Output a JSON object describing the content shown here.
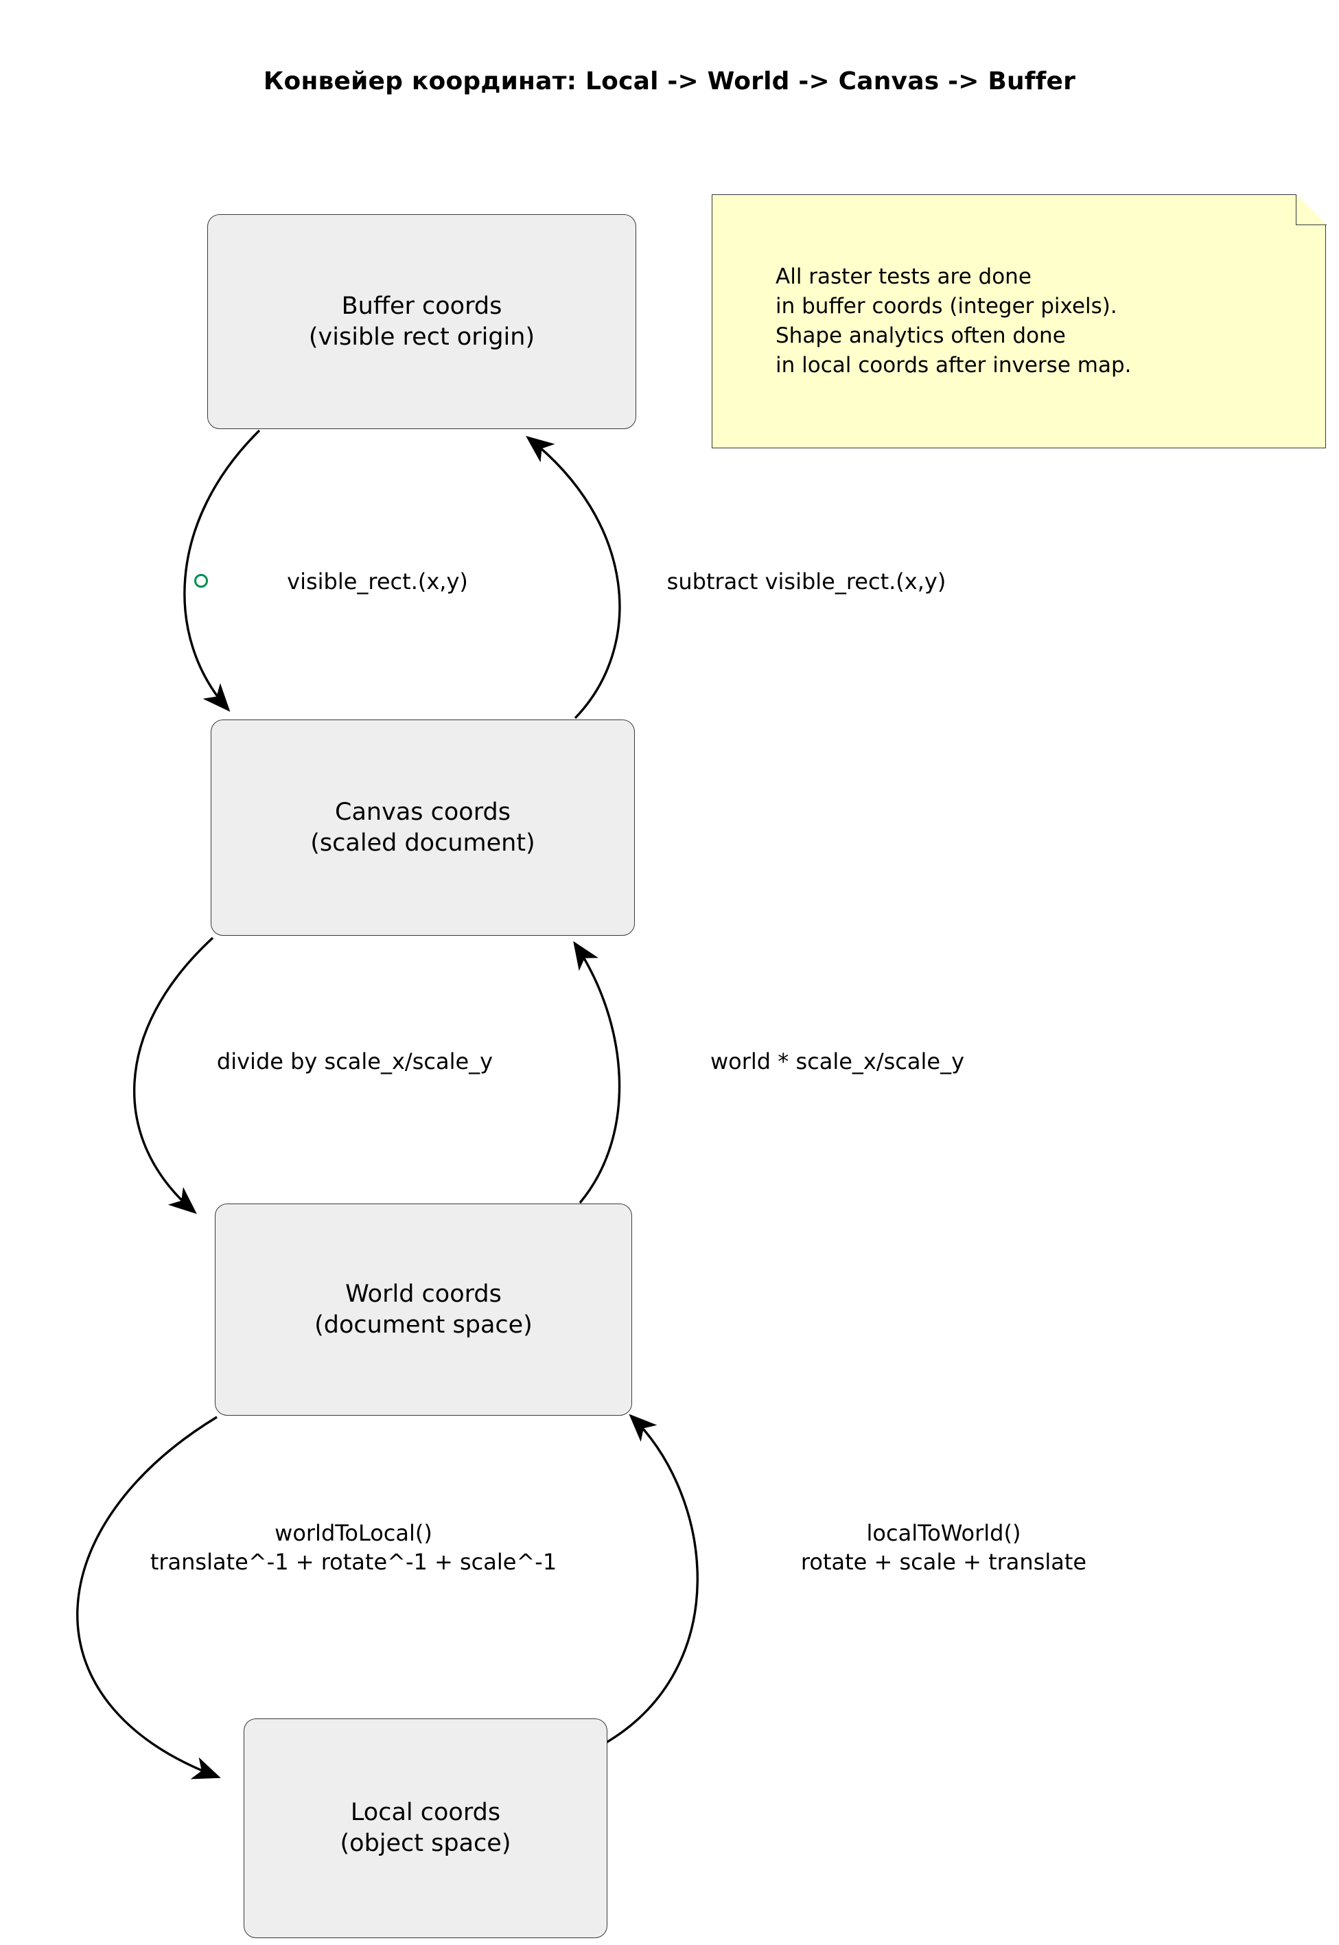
{
  "title": "Конвейер координат: Local -> World -> Canvas -> Buffer",
  "nodes": [
    {
      "id": "buffer",
      "label": "Buffer coords\n(visible rect origin)"
    },
    {
      "id": "canvas",
      "label": "Canvas coords\n(scaled document)"
    },
    {
      "id": "world",
      "label": "World coords\n(document space)"
    },
    {
      "id": "local",
      "label": "Local coords\n(object space)"
    }
  ],
  "note": {
    "text": "All raster tests are done\nin buffer coords (integer pixels).\nShape analytics often done\nin local coords after inverse map."
  },
  "edges": [
    {
      "id": "buffer-to-canvas",
      "from": "buffer",
      "to": "canvas",
      "label": "visible_rect.(x,y)",
      "marker": "circle-marker",
      "marker_color": "#008f51"
    },
    {
      "id": "canvas-to-buffer",
      "from": "canvas",
      "to": "buffer",
      "label": "subtract visible_rect.(x,y)"
    },
    {
      "id": "canvas-to-world",
      "from": "canvas",
      "to": "world",
      "label": "divide by scale_x/scale_y"
    },
    {
      "id": "world-to-canvas",
      "from": "world",
      "to": "canvas",
      "label": "world * scale_x/scale_y"
    },
    {
      "id": "world-to-local",
      "from": "world",
      "to": "local",
      "label": "worldToLocal()\ntranslate^-1 + rotate^-1 + scale^-1"
    },
    {
      "id": "local-to-world",
      "from": "local",
      "to": "world",
      "label": "localToWorld()\nrotate + scale + translate"
    }
  ],
  "colors": {
    "node_fill": "#eeeeee",
    "node_stroke": "#36393d",
    "note_fill": "#ffffcc",
    "edge_stroke": "#000000",
    "marker_green": "#008f51",
    "background": "#ffffff"
  }
}
